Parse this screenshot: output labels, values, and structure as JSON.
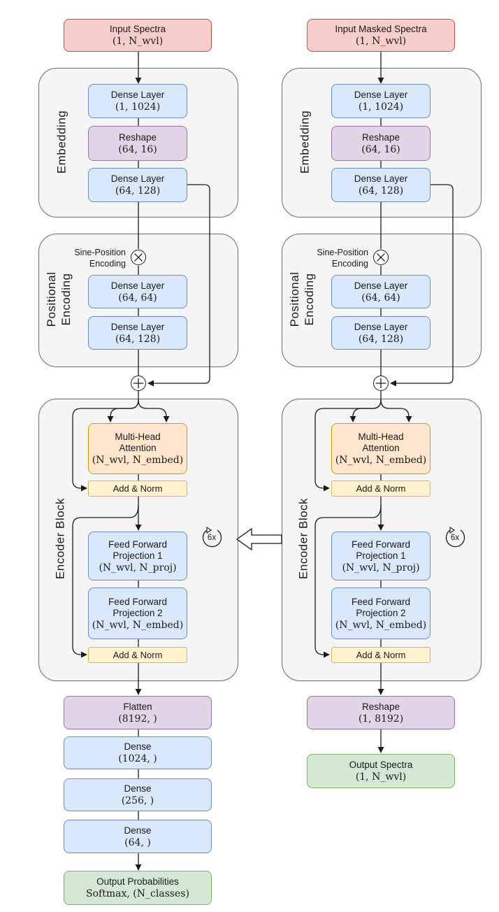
{
  "left": {
    "input": {
      "title": "Input Spectra",
      "dims": "(1, N_wvl)"
    },
    "embedding": {
      "label": "Embedding",
      "dense1": {
        "title": "Dense Layer",
        "dims": "(1, 1024)"
      },
      "reshape": {
        "title": "Reshape",
        "dims": "(64, 16)"
      },
      "dense2": {
        "title": "Dense Layer",
        "dims": "(64, 128)"
      }
    },
    "positional": {
      "label_line1": "Positional",
      "label_line2": "Encoding",
      "sine_line1": "Sine-Position",
      "sine_line2": "Encoding",
      "dense1": {
        "title": "Dense Layer",
        "dims": "(64, 64)"
      },
      "dense2": {
        "title": "Dense Layer",
        "dims": "(64, 128)"
      }
    },
    "encoder": {
      "label": "Encoder Block",
      "mha_line1": "Multi-Head",
      "mha_line2": "Attention",
      "mha_dims": "(N_wvl, N_embed)",
      "addnorm1": "Add & Norm",
      "ff1_line1": "Feed Forward",
      "ff1_line2": "Projection 1",
      "ff1_dims": "(N_wvl, N_proj)",
      "ff2_line1": "Feed Forward",
      "ff2_line2": "Projection 2",
      "ff2_dims": "(N_wvl, N_embed)",
      "addnorm2": "Add & Norm",
      "repeat": "6x"
    },
    "flatten": {
      "title": "Flatten",
      "dims": "(8192, )"
    },
    "dense_a": {
      "title": "Dense",
      "dims": "(1024, )"
    },
    "dense_b": {
      "title": "Dense",
      "dims": "(256, )"
    },
    "dense_c": {
      "title": "Dense",
      "dims": "(64, )"
    },
    "output": {
      "title": "Output Probabilities",
      "dims": "Softmax, (N_classes)"
    }
  },
  "right": {
    "input": {
      "title": "Input Masked Spectra",
      "dims": "(1, N_wvl)"
    },
    "embedding": {
      "label": "Embedding",
      "dense1": {
        "title": "Dense Layer",
        "dims": "(1, 1024)"
      },
      "reshape": {
        "title": "Reshape",
        "dims": "(64, 16)"
      },
      "dense2": {
        "title": "Dense Layer",
        "dims": "(64, 128)"
      }
    },
    "positional": {
      "label_line1": "Positional",
      "label_line2": "Encoding",
      "sine_line1": "Sine-Position",
      "sine_line2": "Encoding",
      "dense1": {
        "title": "Dense Layer",
        "dims": "(64, 64)"
      },
      "dense2": {
        "title": "Dense Layer",
        "dims": "(64, 128)"
      }
    },
    "encoder": {
      "label": "Encoder Block",
      "mha_line1": "Multi-Head",
      "mha_line2": "Attention",
      "mha_dims": "(N_wvl, N_embed)",
      "addnorm1": "Add & Norm",
      "ff1_line1": "Feed Forward",
      "ff1_line2": "Projection 1",
      "ff1_dims": "(N_wvl, N_proj)",
      "ff2_line1": "Feed Forward",
      "ff2_line2": "Projection 2",
      "ff2_dims": "(N_wvl, N_embed)",
      "addnorm2": "Add & Norm",
      "repeat": "6x"
    },
    "reshape": {
      "title": "Reshape",
      "dims": "(1, 8192)"
    },
    "output": {
      "title": "Output Spectra",
      "dims": "(1, N_wvl)"
    }
  },
  "colors": {
    "io_red": "#f8cecc",
    "dense_blue": "#dae8fc",
    "reshape_purple": "#e1d5e7",
    "attention_orange": "#ffe6cc",
    "norm_yellow": "#fff2cc",
    "output_green": "#d5e8d4",
    "group_grey": "#f5f5f5"
  },
  "icons": {
    "multiply": "circled-times-icon",
    "add": "circled-plus-icon",
    "repeat": "repeat-loop-icon",
    "transfer": "hollow-left-arrow-icon"
  }
}
